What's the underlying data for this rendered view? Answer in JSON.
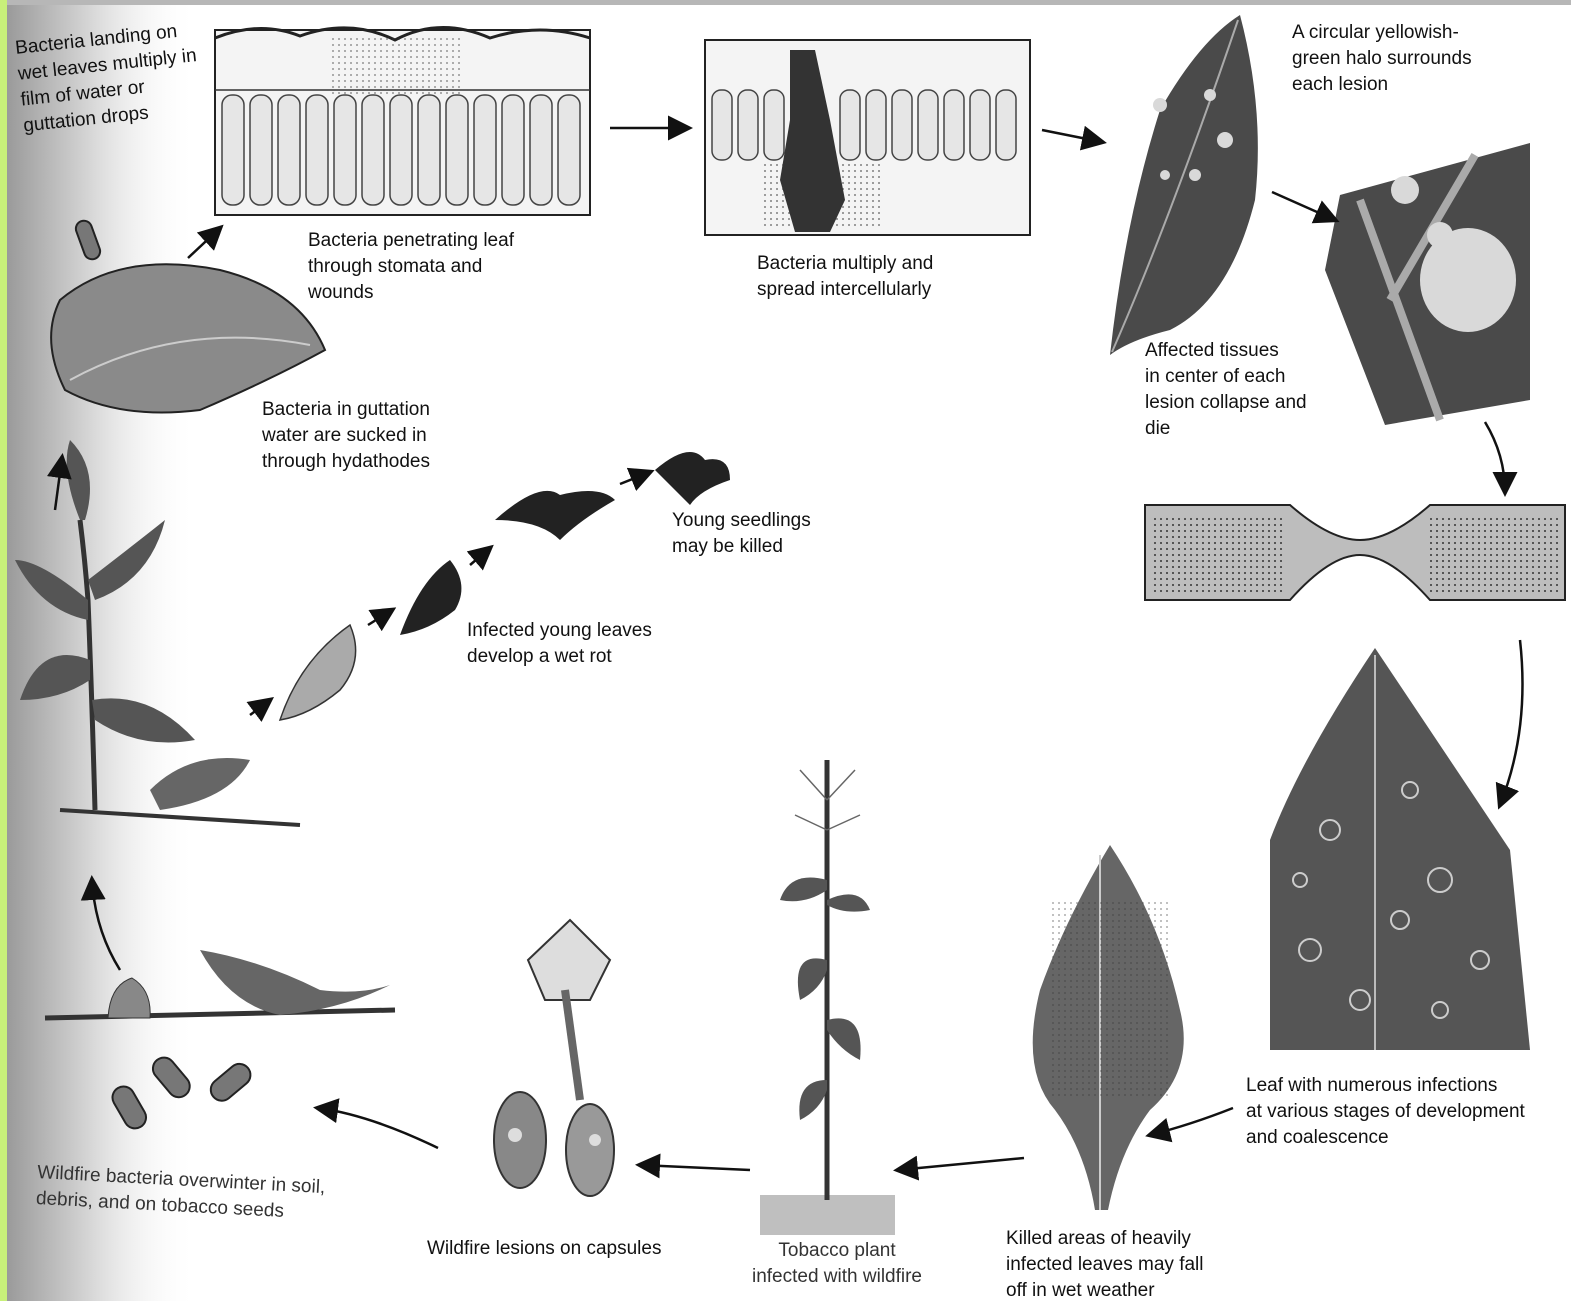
{
  "colors": {
    "left_strip": "#c8f07a",
    "top_strip": "#b7b7b7",
    "column_gray": "#cfcfcf",
    "leaf_dark": "#4a4a4a",
    "lesion": "#d9d9d9"
  },
  "labels": {
    "bacteria_landing": "Bacteria landing on\nwet leaves multiply in\nfilm of water or\nguttation drops",
    "penetrating": "Bacteria penetrating leaf\nthrough stomata and\nwounds",
    "multiply_spread": "Bacteria multiply and\nspread intercellularly",
    "halo": "A circular yellowish-\ngreen halo surrounds\neach lesion",
    "collapse": "Affected tissues\nin center of each\nlesion collapse and\ndie",
    "guttation": "Bacteria in guttation\nwater are sucked in\nthrough hydathodes",
    "seedlings": "Young seedlings\nmay be killed",
    "wet_rot": "Infected young leaves\ndevelop a wet rot",
    "numerous": "Leaf with numerous infections\nat various stages of development\nand coalescence",
    "overwinter": "Wildfire bacteria overwinter in soil,\ndebris, and on tobacco seeds",
    "capsules": "Wildfire lesions on capsules",
    "tobacco_plant": "Tobacco plant\ninfected with wildfire",
    "killed_areas": "Killed areas of heavily\ninfected leaves may fall\noff in wet weather"
  },
  "icons": [
    "bacterium-icon",
    "leaf-icon",
    "seedling-icon",
    "flower-capsule-icon",
    "tobacco-plant-icon",
    "leaf-cross-section-icon"
  ]
}
